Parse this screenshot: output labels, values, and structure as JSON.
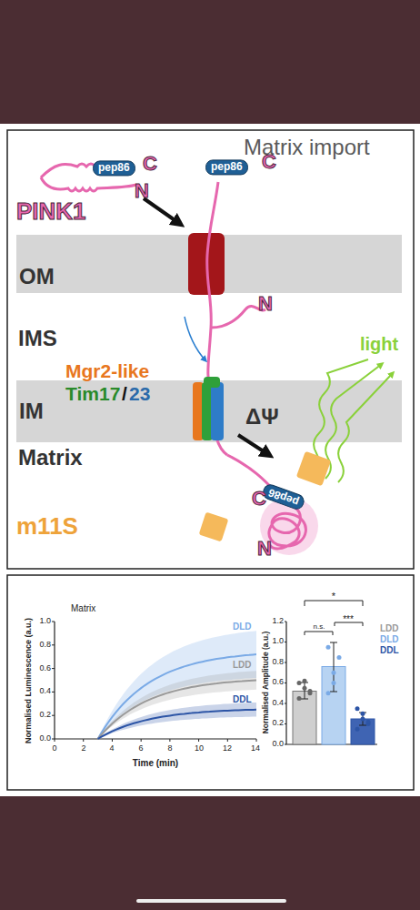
{
  "diagram": {
    "nodes": [
      {
        "text": [
          "OM"
        ]
      },
      {
        "text": [
          "IM"
        ]
      }
    ],
    "labels": [
      "Matrix import",
      "pep86",
      "C",
      "N",
      "PINK1",
      "pep86",
      "C",
      "N",
      "IMS",
      "Mgr2-like",
      "Tim17",
      "/",
      "23",
      "light",
      "ΔΨ",
      "Matrix",
      "pep86",
      "C",
      "N",
      "m11S",
      "Matrix",
      "Normalised Luminescence (a.u.)",
      "1.0",
      "0.8",
      "0.6",
      "0.4",
      "0.2",
      "0.0",
      "0",
      "2",
      "4",
      "6",
      "8",
      "10",
      "12",
      "14",
      "Time (min)",
      "DLD",
      "LDD",
      "DDL",
      "Normalised Amplitude (a.u.)",
      "1.2",
      "1.0",
      "0.8",
      "0.6",
      "0.4",
      "0.2",
      "0.0",
      "*",
      "n.s.",
      "***",
      "LDD",
      "DLD",
      "DDL"
    ]
  }
}
